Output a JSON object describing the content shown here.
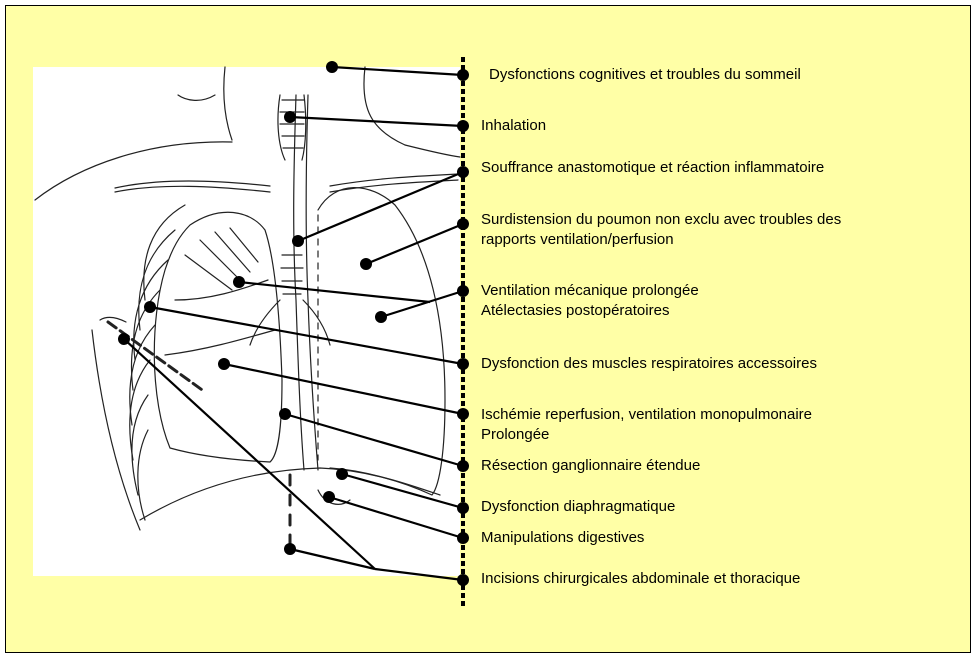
{
  "labels": [
    {
      "id": "cognitive",
      "lines": [
        "Dysfonctions cognitives et troubles du sommeil"
      ]
    },
    {
      "id": "inhalation",
      "lines": [
        "Inhalation"
      ]
    },
    {
      "id": "anastomotic",
      "lines": [
        "Souffrance anastomotique et réaction inflammatoire"
      ]
    },
    {
      "id": "overdistension",
      "lines": [
        "Surdistension du poumon non exclu avec troubles des",
        "rapports ventilation/perfusion"
      ]
    },
    {
      "id": "ventilation",
      "lines": [
        "Ventilation mécanique prolongée",
        "Atélectasies postopératoires"
      ]
    },
    {
      "id": "muscles",
      "lines": [
        "Dysfonction des muscles respiratoires accessoires"
      ]
    },
    {
      "id": "ischemia",
      "lines": [
        "Ischémie reperfusion, ventilation monopulmonaire",
        "Prolongée"
      ]
    },
    {
      "id": "lymph",
      "lines": [
        "Résection ganglionnaire étendue"
      ]
    },
    {
      "id": "diaphragm",
      "lines": [
        "Dysfonction diaphragmatique"
      ]
    },
    {
      "id": "digestive",
      "lines": [
        "Manipulations digestives"
      ]
    },
    {
      "id": "incisions",
      "lines": [
        "Incisions chirurgicales abdominale et thoracique"
      ]
    }
  ]
}
